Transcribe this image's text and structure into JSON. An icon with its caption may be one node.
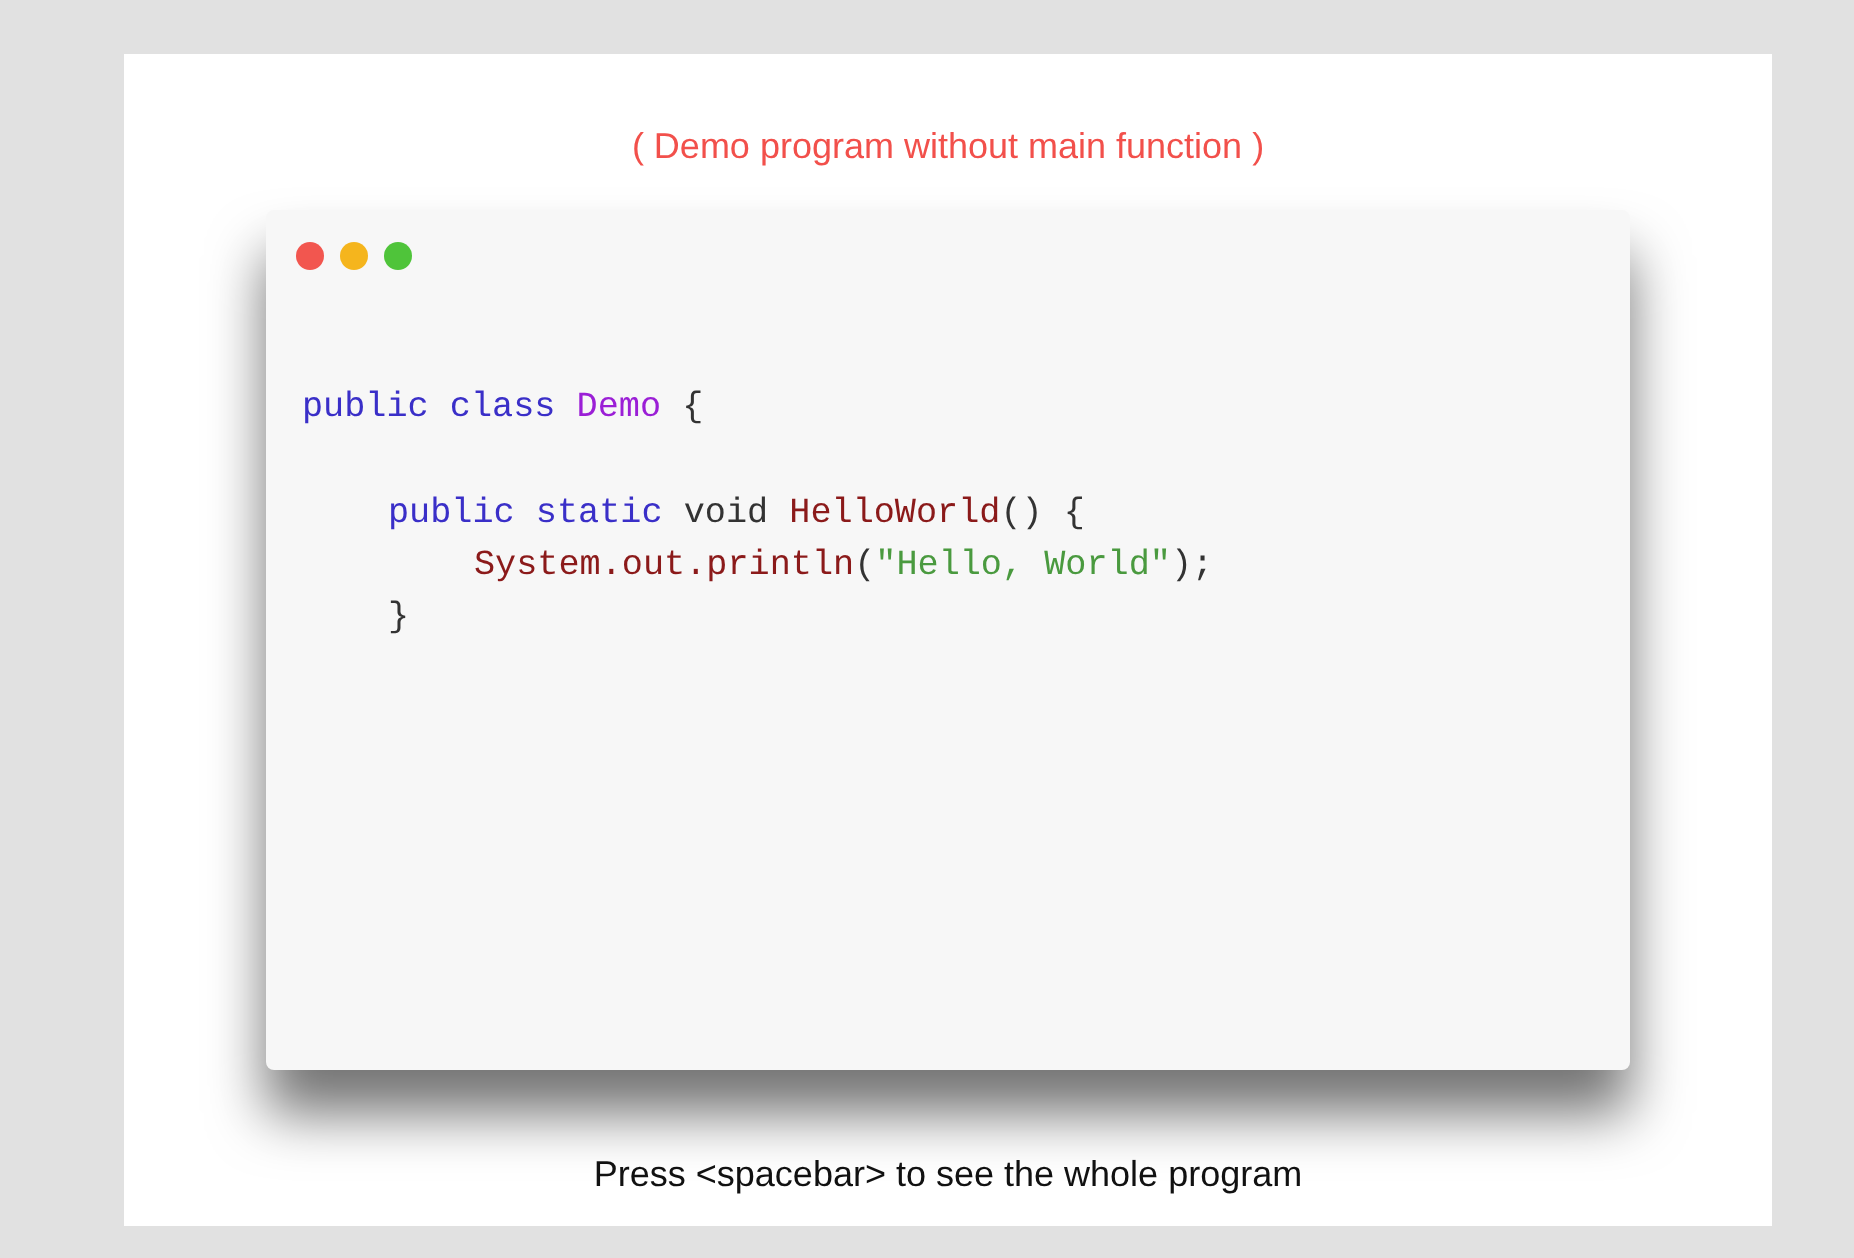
{
  "diagram": {
    "title": "( Demo program without main function )",
    "nodes": [
      {
        "text": [
          "public class Demo {",
          "public static void HelloWorld() {",
          "System.out.println(\"Hello, World\");",
          "}"
        ]
      }
    ],
    "caption": "Press <spacebar> to see the whole program"
  }
}
